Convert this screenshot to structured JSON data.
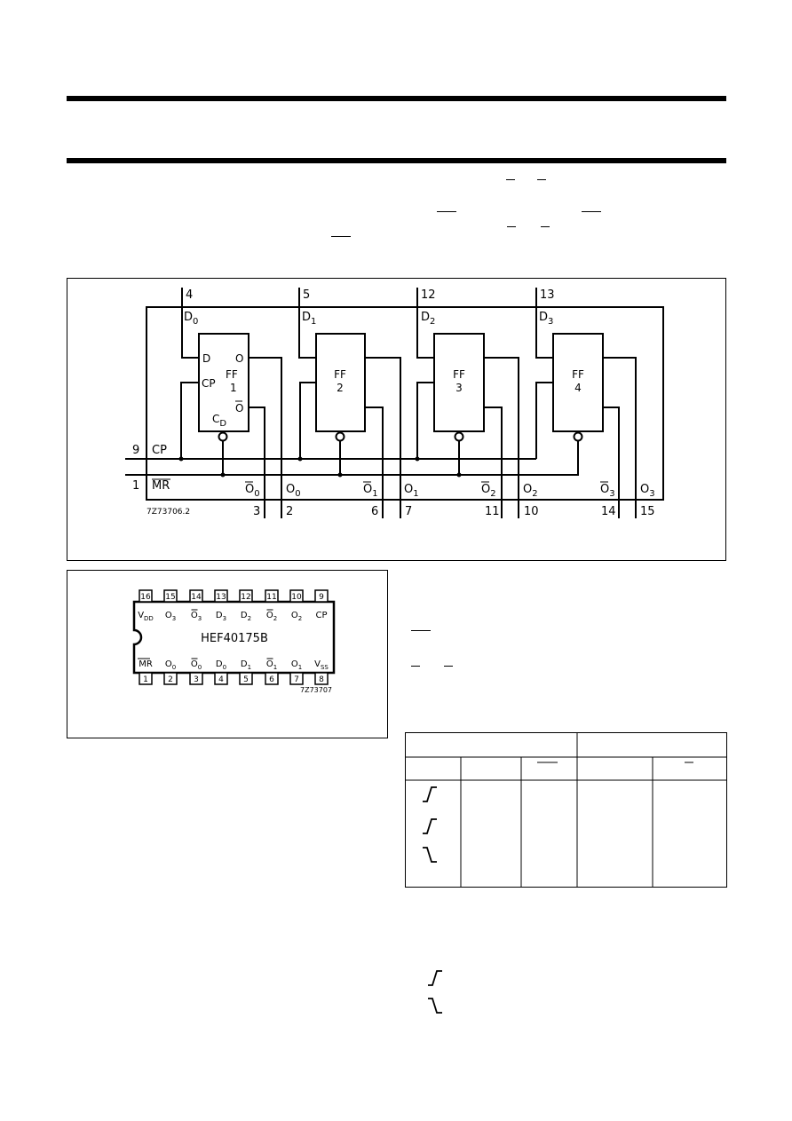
{
  "logic_diagram": {
    "inputs": [
      {
        "name": "D",
        "sub": "0",
        "pin": "4"
      },
      {
        "name": "D",
        "sub": "1",
        "pin": "5"
      },
      {
        "name": "D",
        "sub": "2",
        "pin": "12"
      },
      {
        "name": "D",
        "sub": "3",
        "pin": "13"
      }
    ],
    "ff1_labels": {
      "d": "D",
      "o": "O",
      "cp": "CP",
      "ff": "FF",
      "num": "1",
      "onot": "O",
      "cd": "C",
      "cd_sub": "D"
    },
    "flipflops": [
      {
        "ff": "FF",
        "num": "2"
      },
      {
        "ff": "FF",
        "num": "3"
      },
      {
        "ff": "FF",
        "num": "4"
      }
    ],
    "cp_pin": "9",
    "cp_label": "CP",
    "mr_pin": "1",
    "mr_label": "MR",
    "outputs": [
      {
        "name": "O",
        "sub": "0",
        "pin": "3",
        "bar": true
      },
      {
        "name": "O",
        "sub": "0",
        "pin": "2",
        "bar": false
      },
      {
        "name": "O",
        "sub": "1",
        "pin": "6",
        "bar": true
      },
      {
        "name": "O",
        "sub": "1",
        "pin": "7",
        "bar": false
      },
      {
        "name": "O",
        "sub": "2",
        "pin": "11",
        "bar": true
      },
      {
        "name": "O",
        "sub": "2",
        "pin": "10",
        "bar": false
      },
      {
        "name": "O",
        "sub": "3",
        "pin": "14",
        "bar": true
      },
      {
        "name": "O",
        "sub": "3",
        "pin": "15",
        "bar": false
      }
    ],
    "code": "7Z73706.2"
  },
  "pinning": {
    "chip_name": "HEF40175B",
    "code": "7Z73707",
    "top_pins": [
      {
        "num": "16",
        "label": "V",
        "sub": "DD",
        "bar": false
      },
      {
        "num": "15",
        "label": "O",
        "sub": "3",
        "bar": false
      },
      {
        "num": "14",
        "label": "O",
        "sub": "3",
        "bar": true
      },
      {
        "num": "13",
        "label": "D",
        "sub": "3",
        "bar": false
      },
      {
        "num": "12",
        "label": "D",
        "sub": "2",
        "bar": false
      },
      {
        "num": "11",
        "label": "O",
        "sub": "2",
        "bar": true
      },
      {
        "num": "10",
        "label": "O",
        "sub": "2",
        "bar": false
      },
      {
        "num": "9",
        "label": "CP",
        "sub": "",
        "bar": false
      }
    ],
    "bottom_pins": [
      {
        "num": "1",
        "label": "MR",
        "sub": "",
        "bar": true
      },
      {
        "num": "2",
        "label": "O",
        "sub": "0",
        "bar": false
      },
      {
        "num": "3",
        "label": "O",
        "sub": "0",
        "bar": true
      },
      {
        "num": "4",
        "label": "D",
        "sub": "0",
        "bar": false
      },
      {
        "num": "5",
        "label": "D",
        "sub": "1",
        "bar": false
      },
      {
        "num": "6",
        "label": "O",
        "sub": "1",
        "bar": true
      },
      {
        "num": "7",
        "label": "O",
        "sub": "1",
        "bar": false
      },
      {
        "num": "8",
        "label": "V",
        "sub": "SS",
        "bar": false
      }
    ]
  }
}
